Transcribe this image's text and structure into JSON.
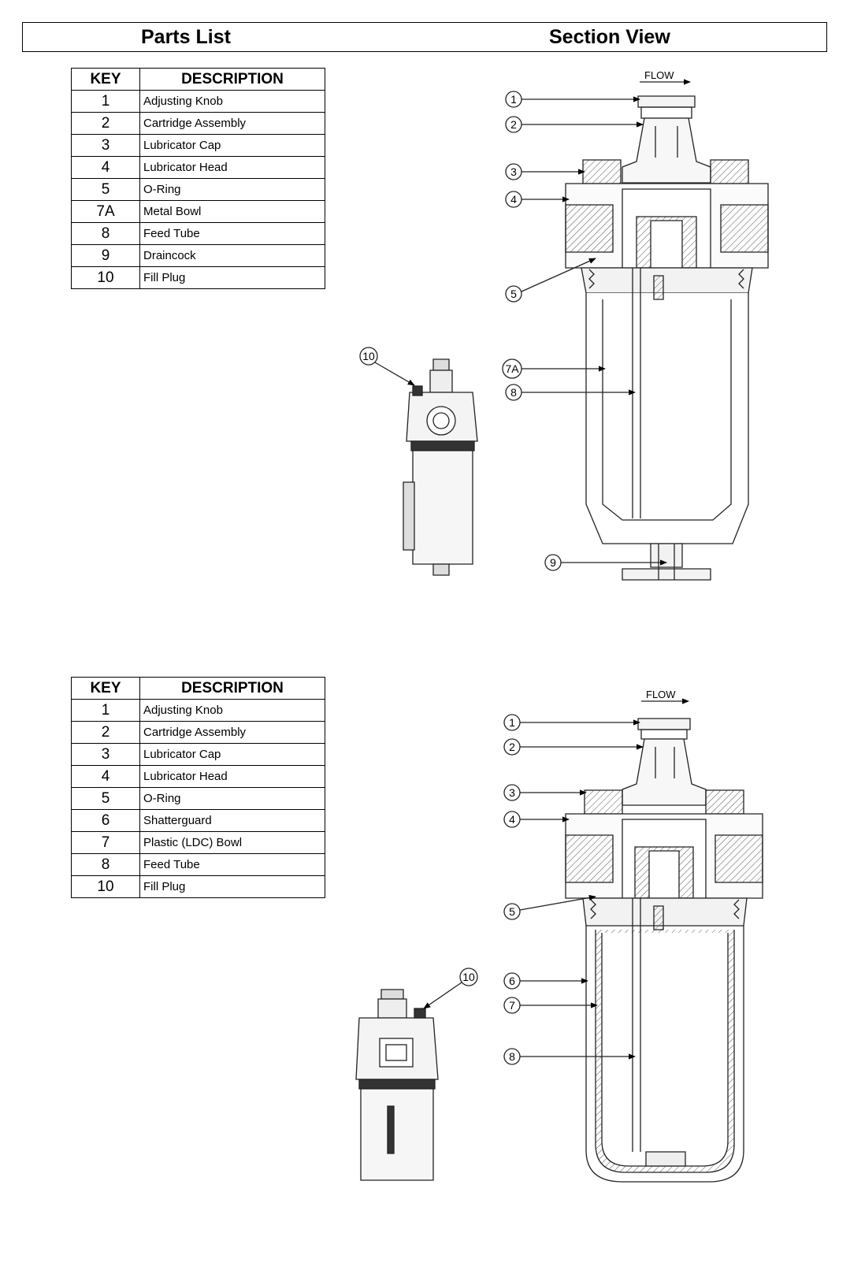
{
  "header": {
    "left_title": "Parts List",
    "right_title": "Section View"
  },
  "table1": {
    "col_key": "KEY",
    "col_desc": "DESCRIPTION",
    "rows": [
      {
        "key": "1",
        "desc": "Adjusting Knob"
      },
      {
        "key": "2",
        "desc": "Cartridge Assembly"
      },
      {
        "key": "3",
        "desc": "Lubricator Cap"
      },
      {
        "key": "4",
        "desc": "Lubricator Head"
      },
      {
        "key": "5",
        "desc": "O-Ring"
      },
      {
        "key": "7A",
        "desc": "Metal Bowl"
      },
      {
        "key": "8",
        "desc": "Feed Tube"
      },
      {
        "key": "9",
        "desc": "Draincock"
      },
      {
        "key": "10",
        "desc": "Fill Plug"
      }
    ]
  },
  "table2": {
    "col_key": "KEY",
    "col_desc": "DESCRIPTION",
    "rows": [
      {
        "key": "1",
        "desc": "Adjusting Knob"
      },
      {
        "key": "2",
        "desc": "Cartridge Assembly"
      },
      {
        "key": "3",
        "desc": "Lubricator Cap"
      },
      {
        "key": "4",
        "desc": "Lubricator Head"
      },
      {
        "key": "5",
        "desc": "O-Ring"
      },
      {
        "key": "6",
        "desc": "Shatterguard"
      },
      {
        "key": "7",
        "desc": "Plastic (LDC) Bowl"
      },
      {
        "key": "8",
        "desc": "Feed Tube"
      },
      {
        "key": "10",
        "desc": "Fill Plug"
      }
    ]
  },
  "diagram1": {
    "flow_label": "FLOW",
    "callouts": [
      "1",
      "2",
      "3",
      "4",
      "5",
      "7A",
      "8",
      "9",
      "10"
    ]
  },
  "diagram2": {
    "flow_label": "FLOW",
    "callouts": [
      "1",
      "2",
      "3",
      "4",
      "5",
      "6",
      "7",
      "8",
      "10"
    ]
  }
}
